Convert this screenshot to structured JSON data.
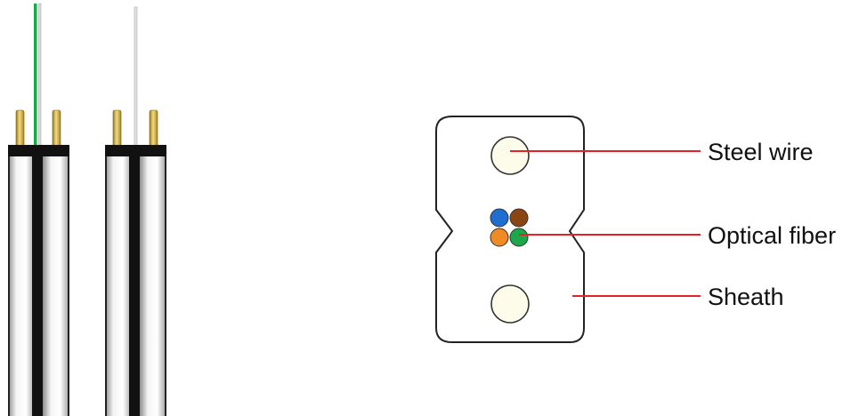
{
  "diagram": {
    "labels": {
      "steel_wire": "Steel wire",
      "optical_fiber": "Optical fiber",
      "sheath": "Sheath"
    },
    "colors": {
      "leader_line": "#e8202a",
      "fiber_blue": "#1f6fd1",
      "fiber_brown": "#8b4513",
      "fiber_orange": "#f08a24",
      "fiber_green": "#1aa84a",
      "steel_wire_fill": "#fdfbea",
      "brass_rod": "#d4b24a",
      "cable_jacket": "#111111"
    }
  }
}
